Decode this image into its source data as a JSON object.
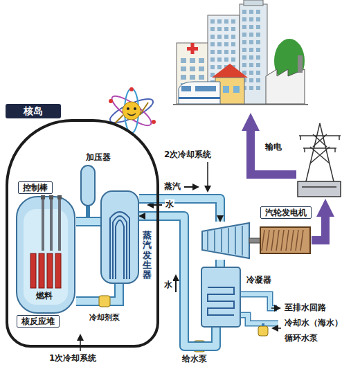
{
  "diagram": {
    "nodes": [
      {
        "text": [
          "核岛"
        ]
      },
      {
        "text": [
          "控制棒",
          "燃料",
          "核反应堆"
        ],
        "in": 0
      },
      {
        "text": [
          "加压器"
        ],
        "in": 0
      },
      {
        "text": [
          "蒸汽发生器"
        ],
        "in": 0
      },
      {
        "text": [
          "汽轮发电机"
        ]
      },
      {
        "text": [
          "冷凝器"
        ]
      }
    ],
    "edges": [
      {
        "from": 1,
        "to": 3,
        "arrow": "none"
      },
      {
        "from": 3,
        "to": 4,
        "label": "蒸汽",
        "arrow": "to"
      },
      {
        "from": 5,
        "to": 3,
        "label": "水",
        "arrow": "to"
      },
      {
        "from": 4,
        "to": 5,
        "arrow": "none"
      }
    ],
    "labels": [
      "2次冷却系统",
      "水",
      "冷却剂泵",
      "1次冷却系统",
      "至排水回路",
      "冷却水（海水）",
      "循环水泵",
      "给水泵",
      "输电"
    ]
  }
}
